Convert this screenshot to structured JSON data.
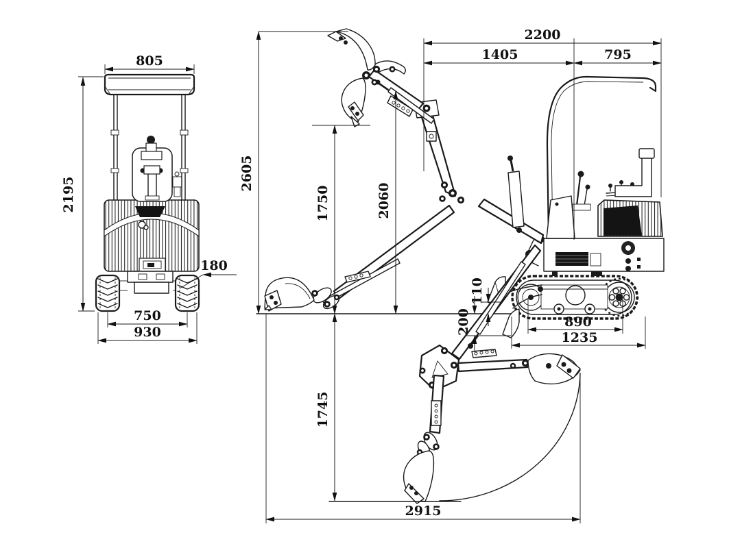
{
  "front_view": {
    "dims": {
      "canopy_width": "805",
      "overall_height": "2195",
      "ground_clearance": "180",
      "track_gauge": "750",
      "overall_width": "930"
    }
  },
  "side_view": {
    "dims": {
      "overall_length": "2200",
      "length_front_of_swing_center": "1405",
      "length_rear_of_swing_center": "795",
      "max_bucket_height": "2605",
      "dumping_height": "1750",
      "max_pin_height": "2060",
      "blade_raise_height": "110",
      "blade_dig_depth": "200",
      "tumbler_distance": "890",
      "track_length": "1235",
      "max_digging_depth": "1745",
      "max_digging_reach": "2915"
    }
  }
}
